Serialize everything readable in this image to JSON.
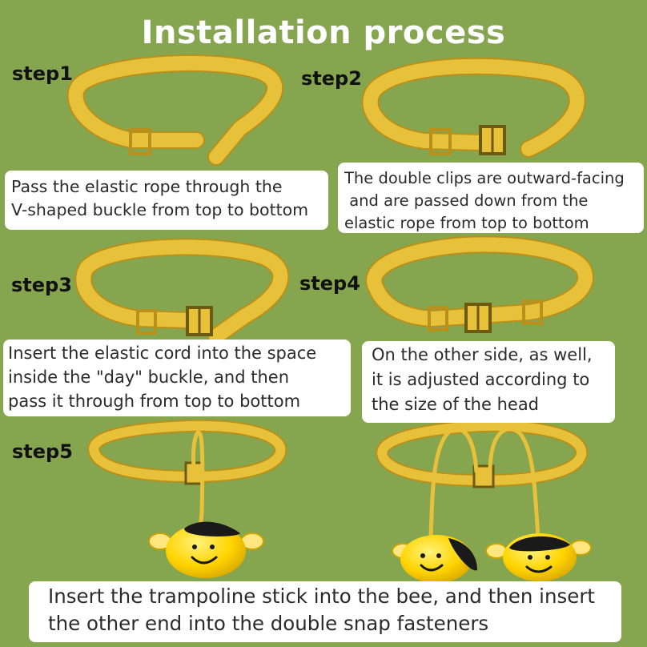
{
  "title": "Installation process",
  "steps": {
    "s1": "step1",
    "s2": "step2",
    "s3": "step3",
    "s4": "step4",
    "s5": "step5"
  },
  "captions": {
    "c1": [
      "Pass the elastic rope through the",
      "V-shaped buckle from top to bottom"
    ],
    "c2": [
      "The double clips are outward-facing",
      " and are passed down from the",
      "elastic rope from top to bottom"
    ],
    "c3": [
      "Insert the elastic cord into the space",
      "inside the \"day\" buckle, and then",
      "pass it through from top to bottom"
    ],
    "c4": [
      "On the other side, as well,",
      "it is adjusted according to",
      "the size of the head"
    ],
    "c5": [
      "Insert the trampoline stick into the bee, and then insert",
      "the other end into the double snap fasteners"
    ]
  },
  "colors": {
    "background": "#86a54f",
    "band": "#e8c13a",
    "band_edge": "#b8901a",
    "bee_yellow": "#ffd400",
    "bee_black": "#1a1a1a"
  }
}
